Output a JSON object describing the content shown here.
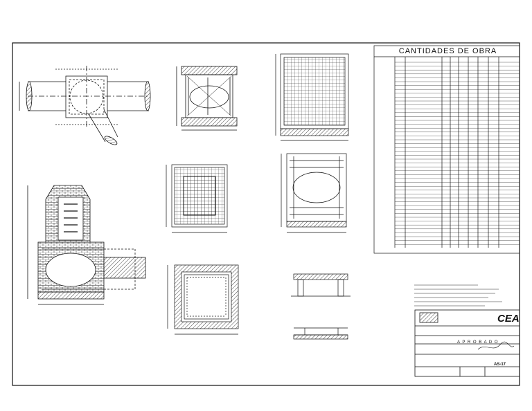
{
  "drawing": {
    "quantities_table": {
      "title": "CANTIDADES DE OBRA"
    },
    "title_block": {
      "logo_text": "CEA",
      "approval_label": "A P R O B A D O",
      "sheet_code": "AS-17"
    }
  },
  "colors": {
    "ink": "#111111",
    "paper": "#ffffff",
    "hatch": "#444444"
  }
}
